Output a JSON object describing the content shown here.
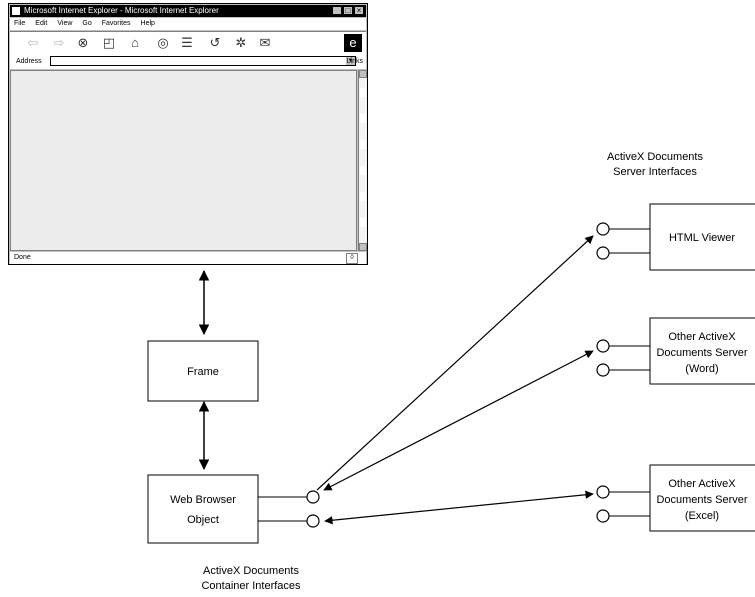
{
  "browser": {
    "title": "Microsoft Internet Explorer - Microsoft Internet Explorer",
    "menu": [
      "File",
      "Edit",
      "View",
      "Go",
      "Favorites",
      "Help"
    ],
    "address_label": "Address",
    "links_label": "Links",
    "status_text": "Done",
    "toolbar_icons": [
      "back-icon",
      "forward-icon",
      "stop-icon",
      "refresh-icon",
      "home-icon",
      "search-icon",
      "favorites-icon",
      "history-icon",
      "channels-icon",
      "mail-icon"
    ]
  },
  "diagram": {
    "frame_label": "Frame",
    "web_browser_label_line1": "Web Browser",
    "web_browser_label_line2": "Object",
    "container_caption_line1": "ActiveX Documents",
    "container_caption_line2": "Container Interfaces",
    "server_caption_line1": "ActiveX Documents",
    "server_caption_line2": "Server Interfaces",
    "html_viewer_label": "HTML Viewer",
    "word_label_line1": "Other ActiveX",
    "word_label_line2": "Documents Server",
    "word_label_line3": "(Word)",
    "excel_label_line1": "Other ActiveX",
    "excel_label_line2": "Documents Server",
    "excel_label_line3": "(Excel)"
  }
}
